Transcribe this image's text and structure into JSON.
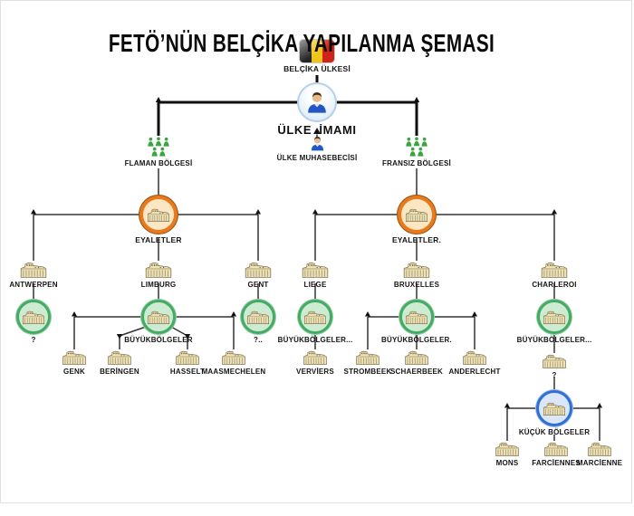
{
  "title": "FETÖ’NÜN BELÇİKA YAPILANMA ŞEMASI",
  "flag": {
    "country_label": "BELÇİKA ÜLKESİ"
  },
  "leadership": {
    "imam": "ÜLKE İMAMI",
    "accountant": "ÜLKE MUHASEBECİSİ"
  },
  "regions": [
    {
      "label": "FLAMAN BÖLGESİ"
    },
    {
      "label": "FRANSIZ BÖLGESİ"
    }
  ],
  "states": [
    {
      "label": "EYALETLER"
    },
    {
      "label": "EYALETLER."
    }
  ],
  "provinces": [
    {
      "label": "ANTWERPEN"
    },
    {
      "label": "LIMBURG"
    },
    {
      "label": "GENT"
    },
    {
      "label": "LIEGE"
    },
    {
      "label": "BRUXELLES"
    },
    {
      "label": "CHARLEROI"
    }
  ],
  "subregions": [
    {
      "label": "?"
    },
    {
      "label": "BÜYÜKBÖLGELER"
    },
    {
      "label": "?.."
    },
    {
      "label": "BÜYÜKBÖLGELER..."
    },
    {
      "label": "BÜYÜKBÖLGELER."
    },
    {
      "label": "BÜYÜKBÖLGELER..."
    }
  ],
  "districts": [
    {
      "label": "GENK"
    },
    {
      "label": "BERİNGEN"
    },
    {
      "label": "HASSELT"
    },
    {
      "label": "MAASMECHELEN"
    },
    {
      "label": "VERVİERS"
    },
    {
      "label": "STROMBEEK"
    },
    {
      "label": "SCHAERBEEK"
    },
    {
      "label": "ANDERLECHT"
    }
  ],
  "charleroi_branch": {
    "unknown_city": "?",
    "small_regions": "KÜÇÜK BÖLGELER",
    "districts": [
      {
        "label": "MONS"
      },
      {
        "label": "FARCİENNES"
      },
      {
        "label": "MARCİENNE"
      }
    ]
  },
  "colors": {
    "orange": "#e8791d",
    "green": "#43ab63",
    "blue": "#2f6fd6",
    "sky_border": "#b3d0ea",
    "flag_black": "#262626",
    "flag_yellow": "#f0c41b",
    "flag_red": "#d0241a",
    "line": "#1c1c1c"
  }
}
